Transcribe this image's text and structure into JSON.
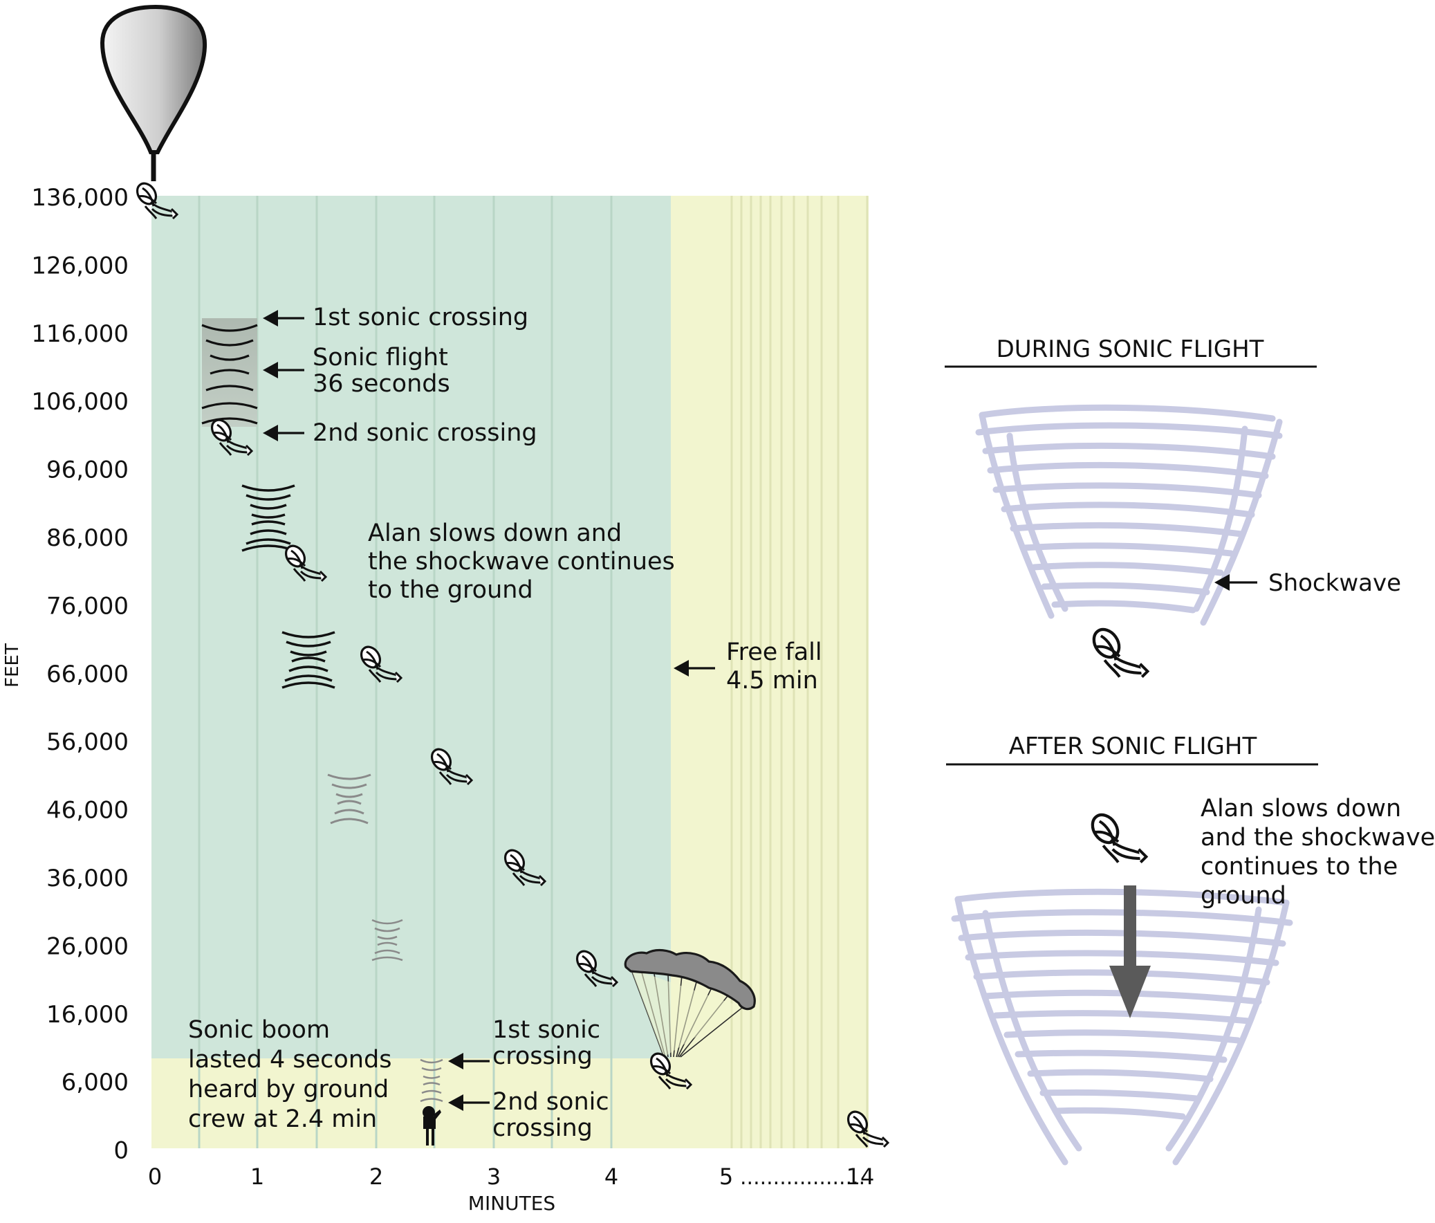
{
  "chart": {
    "y_axis_label": "FEET",
    "x_axis_label": "MINUTES",
    "y_ticks": [
      "136,000",
      "126,000",
      "116,000",
      "106,000",
      "96,000",
      "86,000",
      "76,000",
      "66,000",
      "56,000",
      "46,000",
      "36,000",
      "26,000",
      "16,000",
      "6,000",
      "0"
    ],
    "x_ticks": [
      "0",
      "1",
      "2",
      "3",
      "4",
      "5"
    ],
    "x_tick_end": "14",
    "x_break": "...................",
    "colors": {
      "freefall_zone": "#cfe6da",
      "other_zone": "#f2f5cf",
      "gridline": "#b9d6c6",
      "cloud": "#c6c8e2",
      "canopy": "#8a8a8a"
    }
  },
  "annotations": {
    "first_crossing": "1st sonic crossing",
    "sonic_flight_1": "Sonic flight",
    "sonic_flight_2": "36 seconds",
    "second_crossing": "2nd sonic crossing",
    "slows_1": "Alan slows down and",
    "slows_2": "the shockwave continues",
    "slows_3": "to the ground",
    "freefall_1": "Free fall",
    "freefall_2": "4.5 min",
    "boom_1": "Sonic boom",
    "boom_2": "lasted 4 seconds",
    "boom_3": "heard by ground",
    "boom_4": "crew at 2.4 min",
    "ground_first_1": "1st sonic",
    "ground_first_2": "crossing",
    "ground_second_1": "2nd sonic",
    "ground_second_2": "crossing"
  },
  "panels": {
    "during_title": "DURING SONIC FLIGHT",
    "shockwave_label": "Shockwave",
    "after_title": "AFTER SONIC FLIGHT",
    "after_text_1": "Alan slows down",
    "after_text_2": "and the shockwave",
    "after_text_3": "continues to the",
    "after_text_4": "ground"
  }
}
